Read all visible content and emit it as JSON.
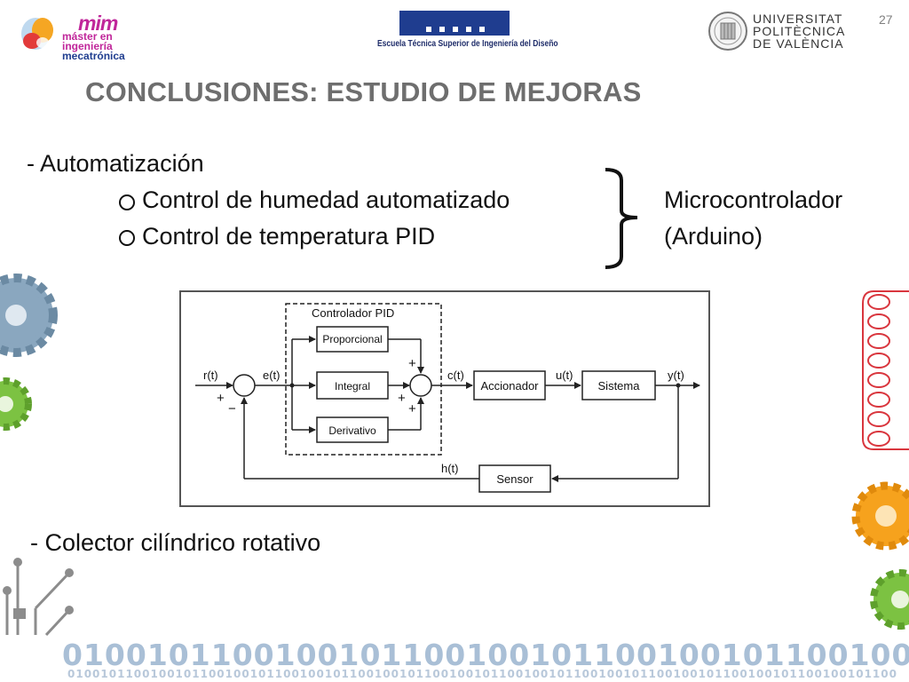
{
  "slide": {
    "number": "27",
    "title": "CONCLUSIONES: ESTUDIO DE MEJORAS"
  },
  "header": {
    "mim_logo": {
      "word": "mim",
      "line1": "máster en",
      "line2": "ingeniería",
      "line3": "mecatrónica"
    },
    "school_name": "Escuela Técnica Superior de Ingeniería del Diseño",
    "university": {
      "line1": "UNIVERSITAT",
      "line2": "POLITÈCNICA",
      "line3": "DE VALÈNCIA"
    }
  },
  "content": {
    "item1": "- Automatización",
    "sub1": "Control de humedad automatizado",
    "sub2": " Control de temperatura PID",
    "bracket_label_line1": "Microcontrolador",
    "bracket_label_line2": "(Arduino)",
    "item2": "- Colector cilíndrico rotativo"
  },
  "diagram": {
    "group_label": "Controlador PID",
    "blocks": {
      "proporcional": "Proporcional",
      "integral": "Integral",
      "derivativo": "Derivativo",
      "accionador": "Accionador",
      "sistema": "Sistema",
      "sensor": "Sensor"
    },
    "signals": {
      "r": "r(t)",
      "e": "e(t)",
      "c": "c(t)",
      "u": "u(t)",
      "y": "y(t)",
      "h": "h(t)"
    },
    "signs": {
      "plus": "+",
      "minus": "−"
    }
  },
  "footer": {
    "binary_large": "0100101100100101100100101100100101100100",
    "binary_small": "0100101100100101100100101100100101100100101100100101100100101100100101100100101100100101100100101100"
  },
  "colors": {
    "title": "#6e6e6e",
    "mim_pink": "#c0269a",
    "school_blue": "#1f3d8f",
    "binary": "#a9bfd6",
    "gear_blue": "#8aa7bf",
    "gear_green": "#7cc242",
    "gear_orange": "#f6a21d",
    "coil_red": "#d9363e"
  }
}
